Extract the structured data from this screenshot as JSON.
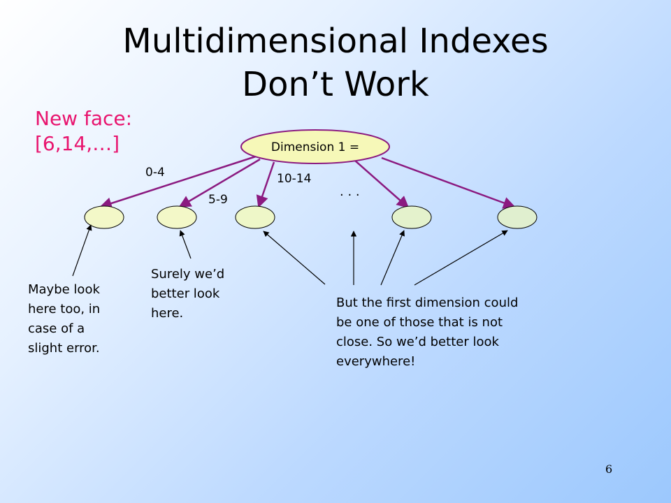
{
  "slide": {
    "title_lines": [
      "Multidimensional Indexes",
      "Don’t Work"
    ],
    "new_face_lines": [
      "New face:",
      "[6,14,…]"
    ],
    "root_label": "Dimension 1 =",
    "ranges": [
      "0-4",
      "5-9",
      "10-14"
    ],
    "ellipsis": ". . .",
    "note_left_lines": [
      "Maybe look",
      "here too, in",
      "case of a",
      "slight error."
    ],
    "note_middle_lines": [
      "Surely we’d",
      "better look",
      "here."
    ],
    "note_right_lines": [
      "But the first dimension could",
      "be one of those that is not",
      "close.  So we’d better look",
      "everywhere!"
    ],
    "page_number": "6"
  },
  "colors": {
    "edge": "#8b1a80",
    "new_face": "#e8146e",
    "node_fill": "#f3f8c8",
    "root_fill": "#f6f8b8"
  }
}
